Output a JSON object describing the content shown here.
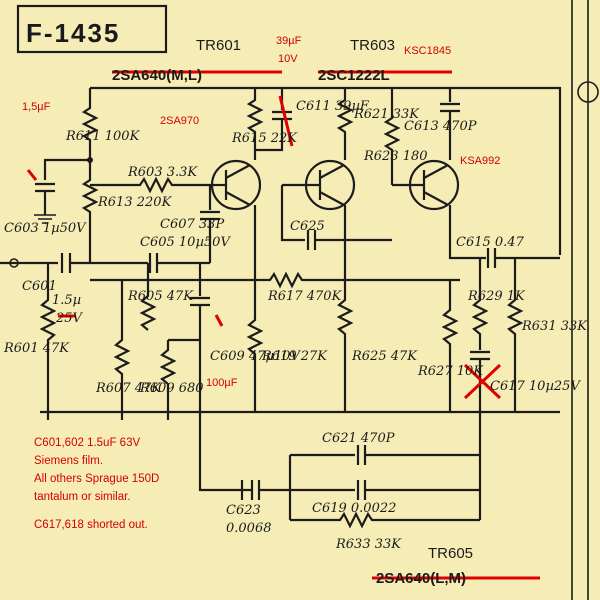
{
  "title": "F-1435",
  "transistors": {
    "tr601": {
      "ref": "TR601",
      "orig": "2SA640(M,L)",
      "sub": "2SA970"
    },
    "tr603": {
      "ref": "TR603",
      "orig": "2SC1222L",
      "sub": "KSC1845",
      "sub2": "KSA992"
    },
    "tr605": {
      "ref": "TR605",
      "orig": "2SA640(L,M)"
    }
  },
  "components": {
    "r611": "R611",
    "r611v": "100K",
    "r613": "R613",
    "r613v": "220K",
    "r603": "R603",
    "r603v": "3.3K",
    "r615": "R615",
    "r615v": "22K",
    "c611": "C611",
    "c611v": "39µF",
    "r621": "R621",
    "r621v": "33K",
    "r623": "R623",
    "r623v": "180",
    "c613": "C613",
    "c613v": "470P",
    "c603": "C603",
    "c603v": "1µ50V",
    "c605": "C605",
    "c605v": "10µ50V",
    "c607": "C607",
    "c607v": "33P",
    "c625": "C625",
    "c615": "C615",
    "c615v": "0.47",
    "c601": "C601",
    "c601v": "1.5µ",
    "c601v2": "25V",
    "r605": "R605",
    "r605v": "47K",
    "r617": "R617",
    "r617v": "470K",
    "r601": "R601",
    "r601v": "47K",
    "r607": "R607",
    "r607v": "47K",
    "r609": "R609",
    "r609v": "680",
    "c609": "C609",
    "c609v": "47µ10V",
    "r619": "R619",
    "r619v": "27K",
    "r625": "R625",
    "r625v": "47K",
    "r627": "R627",
    "r627v": "10K",
    "r629": "R629",
    "r629v": "1K",
    "c617": "C617",
    "c617v": "10µ25V",
    "r631": "R631",
    "r631v": "33K",
    "c621": "C621",
    "c621v": "470P",
    "c623": "C623",
    "c623v": "0.0068",
    "c619": "C619",
    "c619v": "0.0022",
    "r633": "R633",
    "r633v": "33K"
  },
  "annotations": {
    "cap_39": "39µF",
    "cap_10v": "10V",
    "cap_15": "1,5µF",
    "cap_100": "100µF",
    "note_1": "C601,602   1.5uF 63V",
    "note_2": "Siemens film.",
    "note_3": "All others Sprague 150D",
    "note_4": "tantalum or similar.",
    "note_5": "C617,618  shorted out."
  },
  "colors": {
    "paper": "#f6edb6",
    "ink": "#1c1c1c",
    "annotation": "#d40000"
  }
}
